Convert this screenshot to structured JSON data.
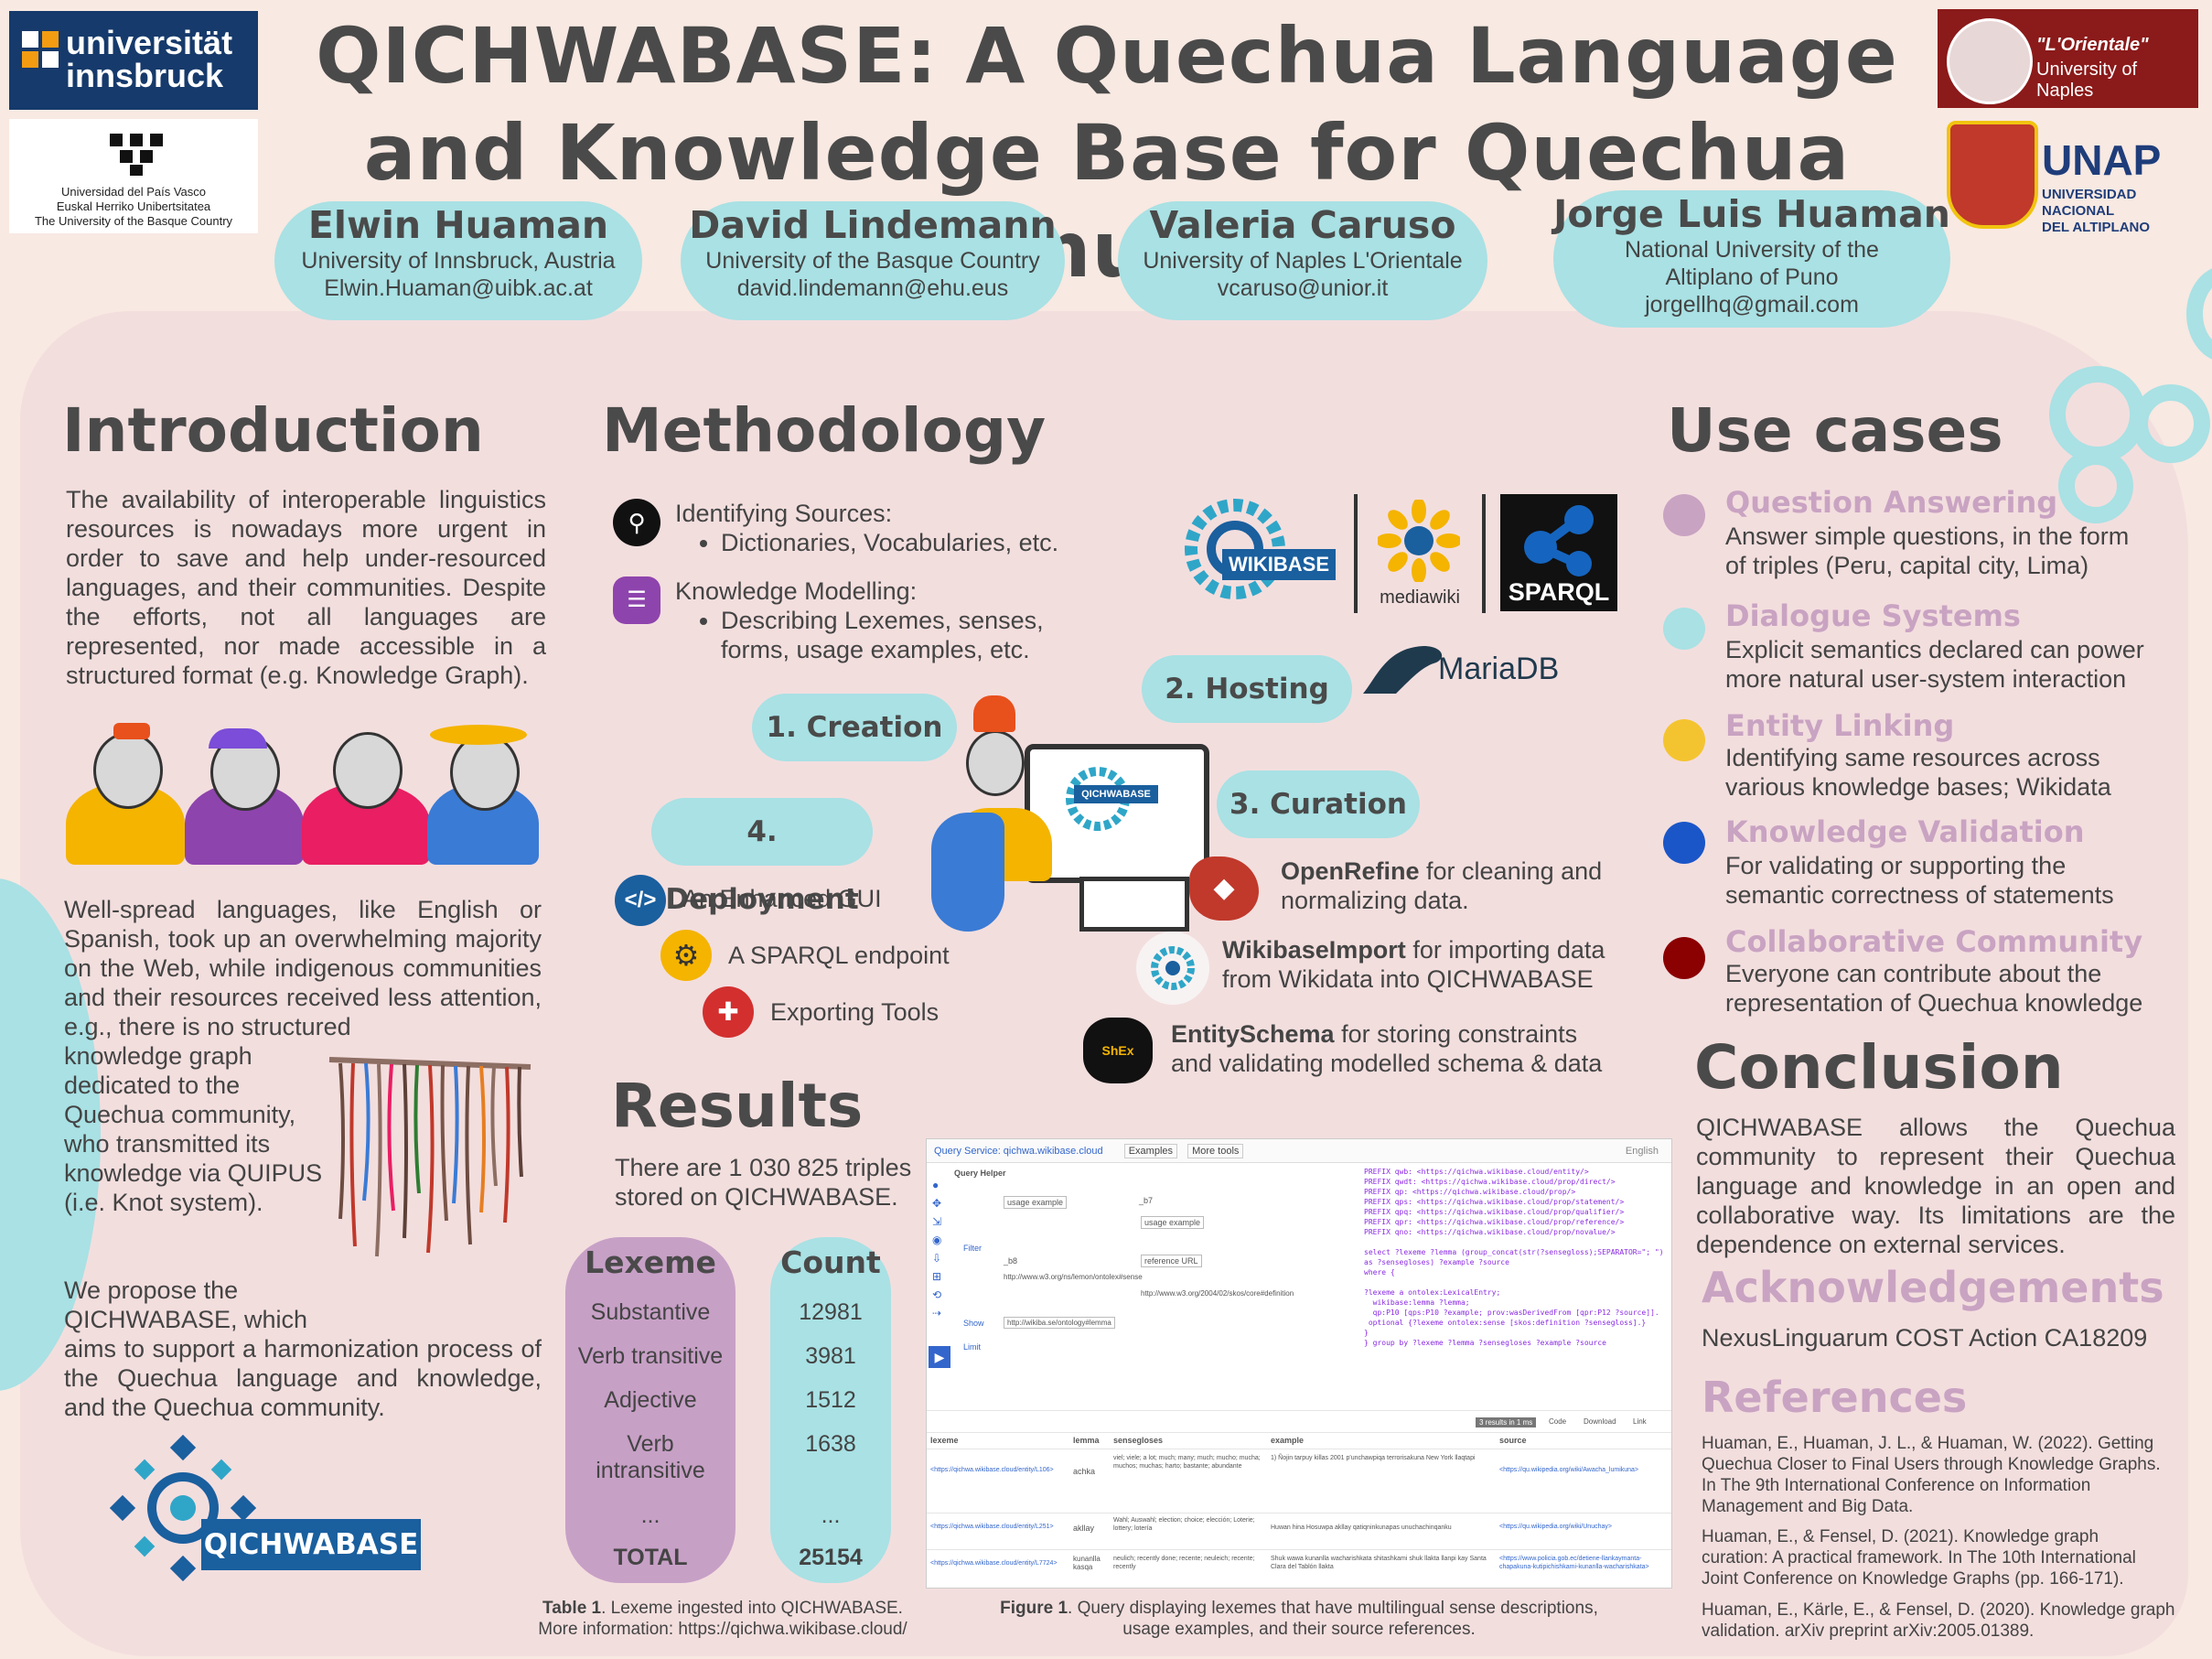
{
  "title": "QICHWABASE: A Quechua Language and Knowledge Base for Quechua Communities",
  "logos": {
    "uibk_line1": "universität",
    "uibk_line2": "innsbruck",
    "upv_line1": "Universidad del País Vasco",
    "upv_line2": "Euskal Herriko Unibertsitatea",
    "upv_line3": "The University of the Basque Country",
    "orientale_line1": "\"L'Orientale\"",
    "orientale_line2": "University of Naples",
    "unap_line1": "UNAP",
    "unap_line2": "UNIVERSIDAD NACIONAL",
    "unap_line3": "DEL ALTIPLANO"
  },
  "authors": [
    {
      "name": "Elwin Huaman",
      "affiliation": "University of Innsbruck, Austria",
      "email": "Elwin.Huaman@uibk.ac.at"
    },
    {
      "name": "David Lindemann",
      "affiliation": "University of the Basque Country",
      "email": "david.lindemann@ehu.eus"
    },
    {
      "name": "Valeria Caruso",
      "affiliation": "University of Naples L'Orientale",
      "email": "vcaruso@unior.it"
    },
    {
      "name": "Jorge Luis Huaman",
      "affiliation_1": "National University of the",
      "affiliation_2": "Altiplano of Puno",
      "email": "jorgellhq@gmail.com"
    }
  ],
  "introduction": {
    "heading": "Introduction",
    "p1": "The availability of interoperable linguistics resources is nowadays more urgent in order to save and help under-resourced languages, and their communities. Despite the efforts, not all languages are represented, nor made accessible in a structured format (e.g. Knowledge Graph).",
    "p2a": "Well-spread languages, like English or Spanish, took up an overwhelming majority on the Web, while indigenous communities and their resources received less attention, e.g., there is no structured",
    "p2b_1": "knowledge graph",
    "p2b_2": "dedicated to the",
    "p2b_3": "Quechua community,",
    "p2b_4": "who transmitted its",
    "p2b_5": "knowledge via QUIPUS",
    "p2b_6": "(i.e. Knot system).",
    "p3a_1": "We propose the",
    "p3a_2": "QICHWABASE, which",
    "p3b": "aims to support a harmonization process of the Quechua language and knowledge, and the Quechua community.",
    "logo_label": "QICHWABASE"
  },
  "methodology": {
    "heading": "Methodology",
    "item1_title": "Identifying Sources:",
    "item1_bullet": "Dictionaries, Vocabularies, etc.",
    "item2_title": "Knowledge Modelling:",
    "item2_bullet": "Describing Lexemes, senses, forms, usage examples, etc.",
    "step1": "1. Creation",
    "step2": "2. Hosting",
    "step3": "3. Curation",
    "step4": "4. Deployment",
    "logos": {
      "wikibase": "WIKIBASE",
      "mediawiki": "mediawiki",
      "sparql": "SPARQL",
      "mariadb": "MariaDB",
      "screen_label": "QICHWABASE"
    },
    "deploy_items": [
      "An Enhanced GUI",
      "A SPARQL endpoint",
      "Exporting Tools"
    ],
    "curation": [
      {
        "tool": "OpenRefine",
        "desc_1": " for cleaning and",
        "desc_2": "normalizing data."
      },
      {
        "tool": "WikibaseImport",
        "desc_1": " for importing data",
        "desc_2": "from Wikidata into QICHWABASE"
      },
      {
        "tool": "EntitySchema",
        "desc_1": " for storing constraints",
        "desc_2": "and validating modelled schema & data"
      }
    ]
  },
  "results": {
    "heading": "Results",
    "text": "There are 1 030 825 triples stored on QICHWABASE.",
    "table": {
      "col1": "Lexeme",
      "col2": "Count",
      "rows": [
        {
          "lexeme": "Substantive",
          "count": "12981"
        },
        {
          "lexeme": "Verb transitive",
          "count": "3981"
        },
        {
          "lexeme": "Adjective",
          "count": "1512"
        },
        {
          "lexeme": "Verb intransitive",
          "count": "1638"
        },
        {
          "lexeme": "...",
          "count": "..."
        }
      ],
      "total_label": "TOTAL",
      "total_value": "25154"
    },
    "table_caption_bold": "Table 1",
    "table_caption_1": ". Lexeme ingested into QICHWABASE.",
    "table_caption_2": "More information: https://qichwa.wikibase.cloud/",
    "figure_caption_bold": "Figure 1",
    "figure_caption_1": ". Query displaying lexemes that have multilingual sense descriptions,",
    "figure_caption_2": "usage examples, and their source references.",
    "screenshot": {
      "service": "Query Service: qichwa.wikibase.cloud",
      "examples": "Examples",
      "more_tools": "More tools",
      "lang": "English",
      "query_helper": "Query Helper",
      "filter": "Filter",
      "show": "Show",
      "limit": "Limit",
      "qh_rows": [
        "usage example",
        "_b7",
        "usage example",
        "_b8",
        "reference URL",
        "http://www.w3.org/ns/lemon/ontolex#sense",
        "http://www.w3.org/2004/02/skos/core#definition",
        "http://wikiba.se/ontology#lemma"
      ],
      "results_count": "3 results in 1 ms",
      "code_label": "Code",
      "download": "Download",
      "link": "Link",
      "cols": [
        "lexeme",
        "lemma",
        "sensegloses",
        "example",
        "source"
      ],
      "r1_lexeme": "<https://qichwa.wikibase.cloud/entity/L106>",
      "r1_lemma": "achka",
      "r1_glosses": "viel; viele; a lot; much; many; much; mucho; mucha; muchos; muchas; harto; bastante; abundante",
      "r1_example": "1) Ñojin tarpuy killas 2001 p'unchawpiqa terrorisakuna New York llaqtapi",
      "r1_source": "<https://qu.wikipedia.org/wiki/Awacha_lumikuna>",
      "r2_lexeme": "<https://qichwa.wikibase.cloud/entity/L251>",
      "r2_lemma": "akllay",
      "r2_glosses": "Wahl; Auswahl; election; choice; elección; Loterie; lottery; lotería",
      "r2_example": "Huwan hina Hosuwpa akllay qatiqninkunapas unuchachinqanku",
      "r2_source": "<https://qu.wikipedia.org/wiki/Unuchay>",
      "r3_lexeme": "<https://qichwa.wikibase.cloud/entity/L7724>",
      "r3_lemma": "kunanlla kasqa",
      "r3_glosses": "neulich; recently done; recente; neuleich; recente; recently",
      "r3_example": "Shuk wawa kunanlla wacharishkata shitashkami shuk llakta llanpi kay Santa Clara del Tablón llakta",
      "r3_source": "<https://www.policia.gob.ec/detiene-llankaymanta-chapakuna-kutipichishkami-kunanlla-wacharishkata>"
    }
  },
  "use_cases": {
    "heading": "Use cases",
    "items": [
      {
        "title": "Question Answering",
        "desc_1": "Answer simple questions, in the form",
        "desc_2": "of triples (Peru, capital city, Lima)",
        "color": "#c9a3c2"
      },
      {
        "title": "Dialogue Systems",
        "desc_1": "Explicit semantics declared can power",
        "desc_2": "more natural user-system interaction",
        "color": "#a9e1e4"
      },
      {
        "title": "Entity Linking",
        "desc_1": "Identifying same resources across",
        "desc_2": "various knowledge bases; Wikidata",
        "color": "#f4c430"
      },
      {
        "title": "Knowledge Validation",
        "desc_1": "For validating or supporting the",
        "desc_2": "semantic correctness of statements",
        "color": "#1a56c8"
      },
      {
        "title": "Collaborative Community",
        "desc_1": "Everyone can contribute about the",
        "desc_2": "representation of Quechua knowledge",
        "color": "#8b0000"
      }
    ]
  },
  "conclusion": {
    "heading": "Conclusion",
    "text": "QICHWABASE allows the Quechua community to represent their Quechua language and knowledge in an open and collaborative way. Its limitations are the dependence on external services."
  },
  "acknowledgements": {
    "heading": "Acknowledgements",
    "text": "NexusLinguarum COST Action CA18209"
  },
  "references": {
    "heading": "References",
    "items": [
      "Huaman, E., Huaman, J. L., & Huaman, W. (2022). Getting Quechua Closer to Final Users through Knowledge Graphs. In The 9th International Conference on Information Management and Big Data.",
      "Huaman, E., & Fensel, D. (2021). Knowledge graph curation: A practical framework. In The 10th International Joint Conference on Knowledge Graphs (pp. 166-171).",
      "Huaman, E., Kärle, E., & Fensel, D. (2020). Knowledge graph validation. arXiv preprint arXiv:2005.01389."
    ]
  }
}
